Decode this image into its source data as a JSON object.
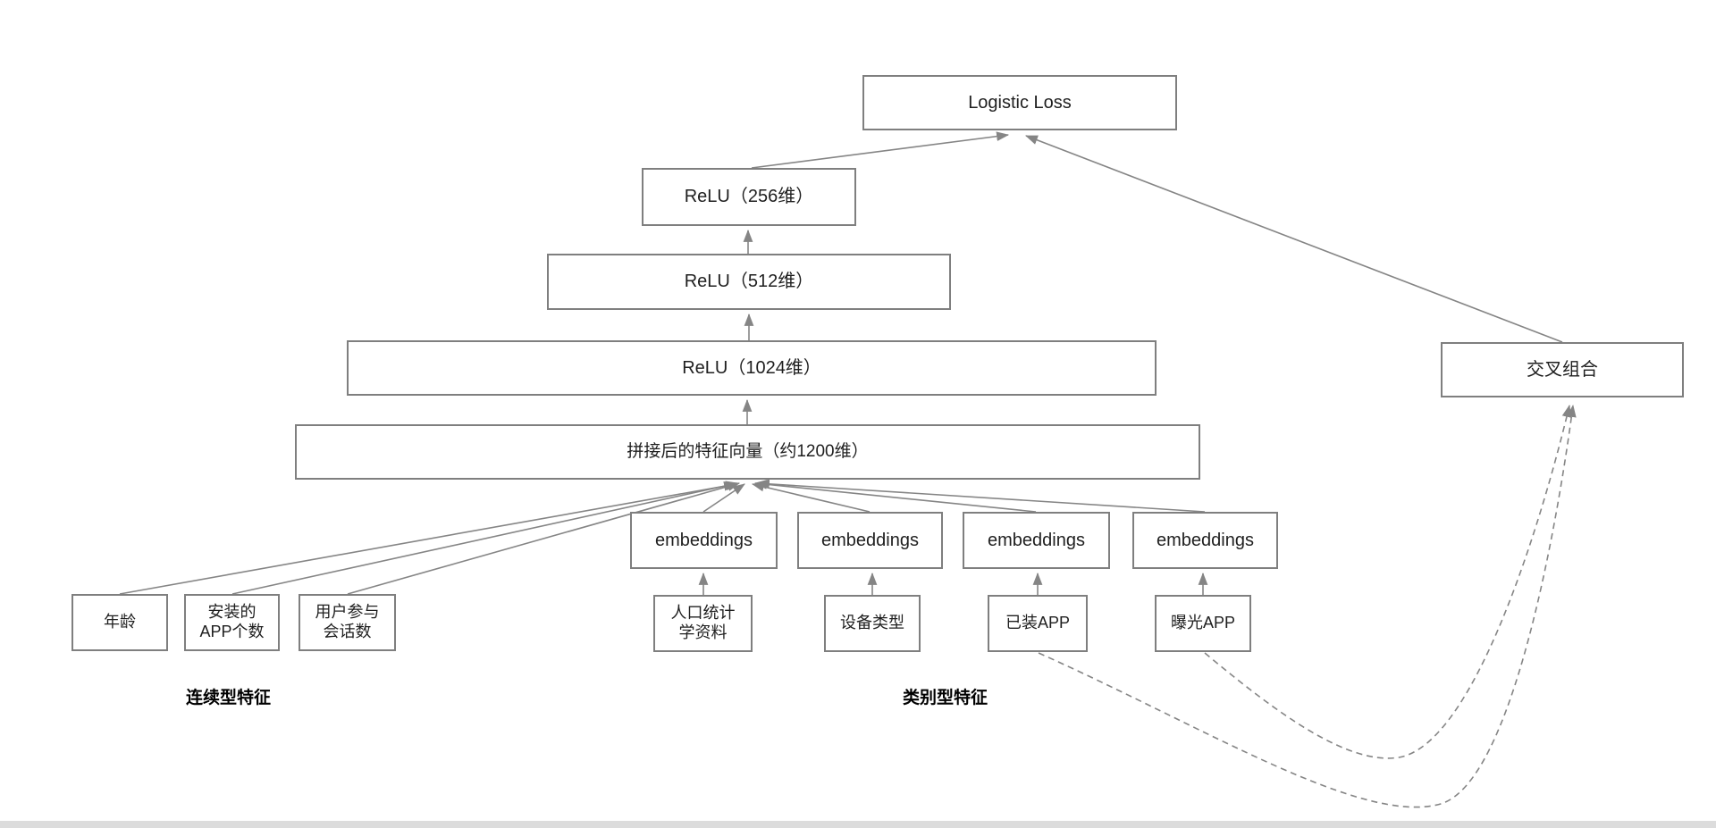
{
  "nodes": {
    "logistic_loss": {
      "label": "Logistic Loss"
    },
    "relu_256": {
      "label": "ReLU（256维）"
    },
    "relu_512": {
      "label": "ReLU（512维）"
    },
    "relu_1024": {
      "label": "ReLU（1024维）"
    },
    "concat_vector": {
      "label": "拼接后的特征向量（约1200维）"
    },
    "cross_product": {
      "label": "交叉组合"
    },
    "embedding_demographics": {
      "label": "embeddings"
    },
    "embedding_device": {
      "label": "embeddings"
    },
    "embedding_installed": {
      "label": "embeddings"
    },
    "embedding_impression": {
      "label": "embeddings"
    },
    "age": {
      "label": "年龄"
    },
    "installed_app_count": {
      "label": "安装的\nAPP个数"
    },
    "user_sessions": {
      "label": "用户参与\n会话数"
    },
    "demographics": {
      "label": "人口统计\n学资料"
    },
    "device_type": {
      "label": "设备类型"
    },
    "installed_apps": {
      "label": "已装APP"
    },
    "impression_apps": {
      "label": "曝光APP"
    }
  },
  "labels": {
    "continuous_features": "连续型特征",
    "categorical_features": "类别型特征"
  },
  "colors": {
    "box_border": "#7f7f7f",
    "edge_line": "#858585",
    "text": "#1f1f1f",
    "bottom_bar": "#dcdcdc"
  }
}
